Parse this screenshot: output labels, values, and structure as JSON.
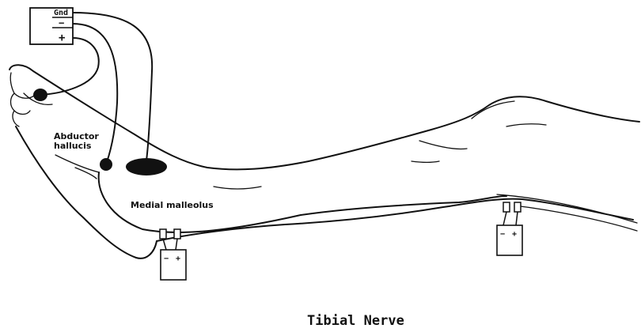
{
  "diagram": {
    "box_labels": {
      "ground": "Gnd",
      "negative": "−",
      "positive": "+"
    },
    "labels": {
      "abductor_line1": "Abductor",
      "abductor_line2": "hallucis",
      "medial_malleolus": "Medial malleolus"
    },
    "stimulator_labels": {
      "negative": "−",
      "positive": "+"
    },
    "caption": "Tibial Nerve"
  }
}
